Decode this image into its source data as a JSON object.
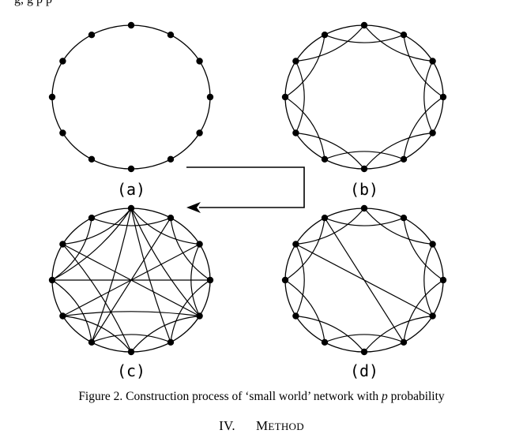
{
  "header_fragment": "g,          g                               p          p",
  "panels": [
    {
      "id": "a",
      "label": "(a)",
      "edges": []
    },
    {
      "id": "b",
      "label": "(b)",
      "edges": [
        [
          0,
          2
        ],
        [
          2,
          4
        ],
        [
          4,
          6
        ],
        [
          6,
          8
        ],
        [
          8,
          10
        ],
        [
          10,
          0
        ],
        [
          1,
          3
        ],
        [
          3,
          5
        ],
        [
          5,
          7
        ],
        [
          7,
          9
        ],
        [
          9,
          11
        ],
        [
          11,
          1
        ]
      ]
    },
    {
      "id": "c",
      "label": "(c)",
      "edges": [
        [
          0,
          2
        ],
        [
          0,
          4
        ],
        [
          0,
          5
        ],
        [
          0,
          7
        ],
        [
          0,
          9
        ],
        [
          1,
          3
        ],
        [
          1,
          7
        ],
        [
          2,
          4
        ],
        [
          2,
          8
        ],
        [
          3,
          5
        ],
        [
          3,
          9
        ],
        [
          4,
          6
        ],
        [
          4,
          8
        ],
        [
          4,
          10
        ],
        [
          5,
          7
        ],
        [
          6,
          8
        ],
        [
          6,
          10
        ],
        [
          7,
          9
        ],
        [
          9,
          11
        ],
        [
          10,
          0
        ],
        [
          11,
          1
        ]
      ]
    },
    {
      "id": "d",
      "label": "(d)",
      "edges": [
        [
          0,
          2
        ],
        [
          1,
          3
        ],
        [
          2,
          4
        ],
        [
          3,
          5
        ],
        [
          4,
          6
        ],
        [
          5,
          7
        ],
        [
          6,
          8
        ],
        [
          7,
          9
        ],
        [
          8,
          10
        ],
        [
          9,
          11
        ],
        [
          10,
          0
        ],
        [
          11,
          1
        ],
        [
          4,
          10
        ],
        [
          5,
          11
        ]
      ]
    }
  ],
  "caption": {
    "prefix": "Figure 2. Construction process of ‘small world’ network with ",
    "variable": "p",
    "suffix": " probability"
  },
  "section": {
    "number": "IV.",
    "first_letter": "M",
    "rest": "ETHOD"
  }
}
